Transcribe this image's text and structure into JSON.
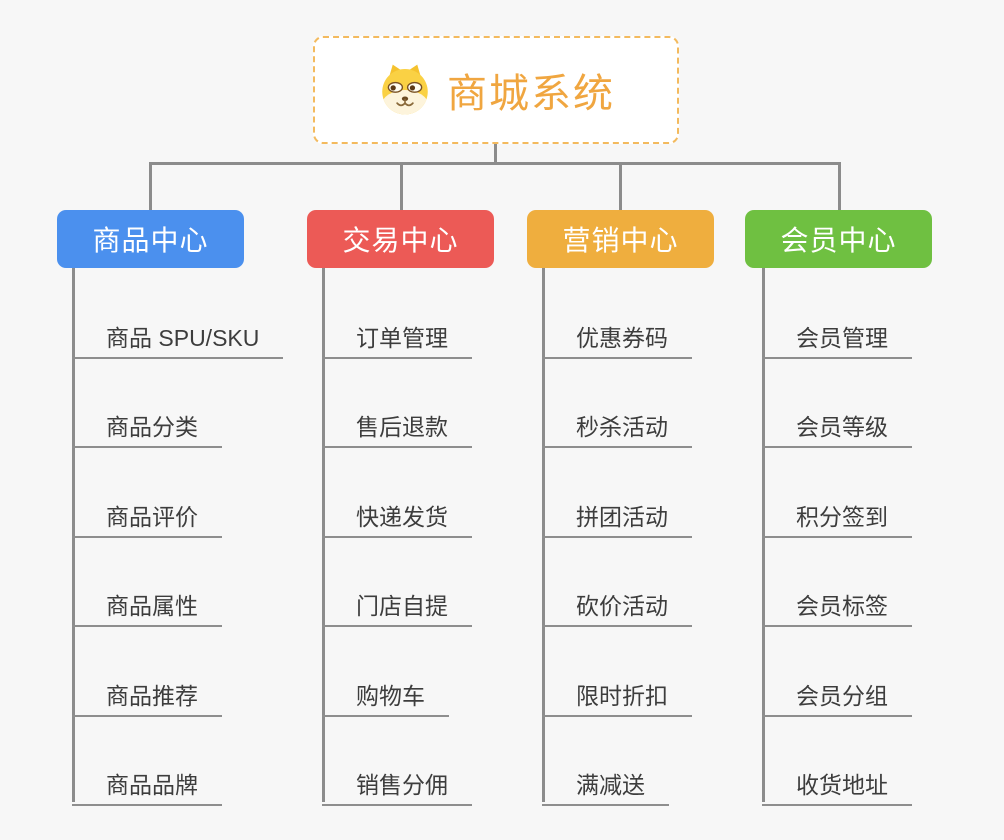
{
  "root": {
    "title": "商城系统",
    "icon": "dog-face-icon"
  },
  "palette": {
    "background": "#f7f7f7",
    "connector_line": "#8c8c8c",
    "leaf_underline": "#8e8e8e",
    "leaf_text": "#3d3d3d",
    "root_border": "#f3ba5e",
    "root_text": "#f0a640"
  },
  "branches": [
    {
      "label": "商品中心",
      "color": "#4b90ee",
      "items": [
        "商品 SPU/SKU",
        "商品分类",
        "商品评价",
        "商品属性",
        "商品推荐",
        "商品品牌"
      ]
    },
    {
      "label": "交易中心",
      "color": "#ec5a56",
      "items": [
        "订单管理",
        "售后退款",
        "快递发货",
        "门店自提",
        "购物车",
        "销售分佣"
      ]
    },
    {
      "label": "营销中心",
      "color": "#efae3e",
      "items": [
        "优惠券码",
        "秒杀活动",
        "拼团活动",
        "砍价活动",
        "限时折扣",
        "满减送"
      ]
    },
    {
      "label": "会员中心",
      "color": "#6fc041",
      "items": [
        "会员管理",
        "会员等级",
        "积分签到",
        "会员标签",
        "会员分组",
        "收货地址"
      ]
    }
  ]
}
